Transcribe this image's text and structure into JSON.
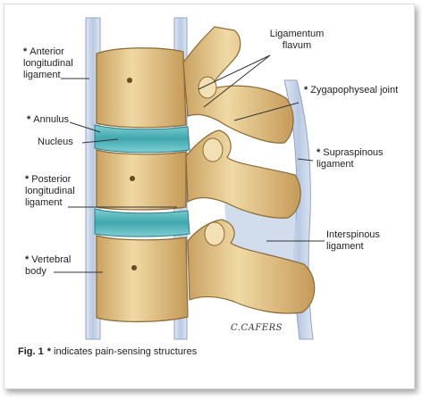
{
  "labels": {
    "ligamentum_flavum": "Ligamentum flavum",
    "anterior_longitudinal": {
      "star": "*",
      "text": "Anterior longitudinal ligament"
    },
    "zygapophyseal": {
      "star": "*",
      "text": "Zygapophyseal joint"
    },
    "annulus": {
      "star": "*",
      "text": "Annulus"
    },
    "nucleus": "Nucleus",
    "supraspinous": {
      "star": "*",
      "text": "Supraspinous ligament"
    },
    "posterior_longitudinal": {
      "star": "*",
      "text": "Posterior longitudinal ligament"
    },
    "interspinous": "Interspinous ligament",
    "vertebral_body": {
      "star": "*",
      "text": "Vertebral body"
    }
  },
  "caption": {
    "fig": "Fig. 1",
    "star": "*",
    "text": "indicates pain-sensing structures"
  },
  "signature": "C.CAFERS",
  "colors": {
    "bone": "#e9cf96",
    "bone_shadow": "#b98f4f",
    "disc": "#4fb3b8",
    "ligament": "#c9d6ea",
    "leader": "#333333"
  }
}
